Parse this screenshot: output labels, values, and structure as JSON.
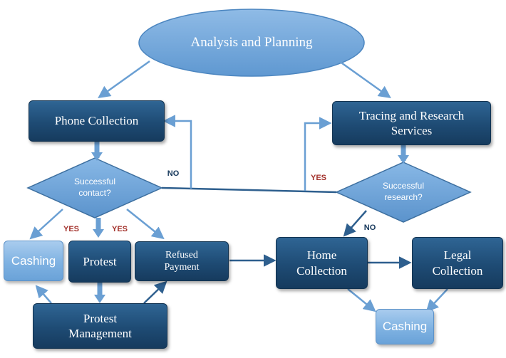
{
  "start": {
    "label": "Analysis and Planning"
  },
  "nodes": {
    "phone_collection": "Phone Collection",
    "tracing": "Tracing and Research Services",
    "cashing_left": "Cashing",
    "protest": "Protest",
    "refused_payment": "Refused Payment",
    "protest_management": "Protest Management",
    "home_collection": "Home Collection",
    "legal_collection": "Legal Collection",
    "cashing_right": "Cashing"
  },
  "decisions": {
    "contact": "Successful contact?",
    "research": "Successful research?"
  },
  "edge_labels": {
    "contact_no": "NO",
    "contact_yes_cashing": "YES",
    "contact_yes_protest": "YES",
    "research_yes": "YES",
    "research_no": "NO"
  },
  "colors": {
    "dark_box": "#1e4b74",
    "light_box": "#7fb2e2",
    "connector": "#2e5f8e",
    "yes_label": "#a3322c",
    "no_label": "#14365a"
  }
}
